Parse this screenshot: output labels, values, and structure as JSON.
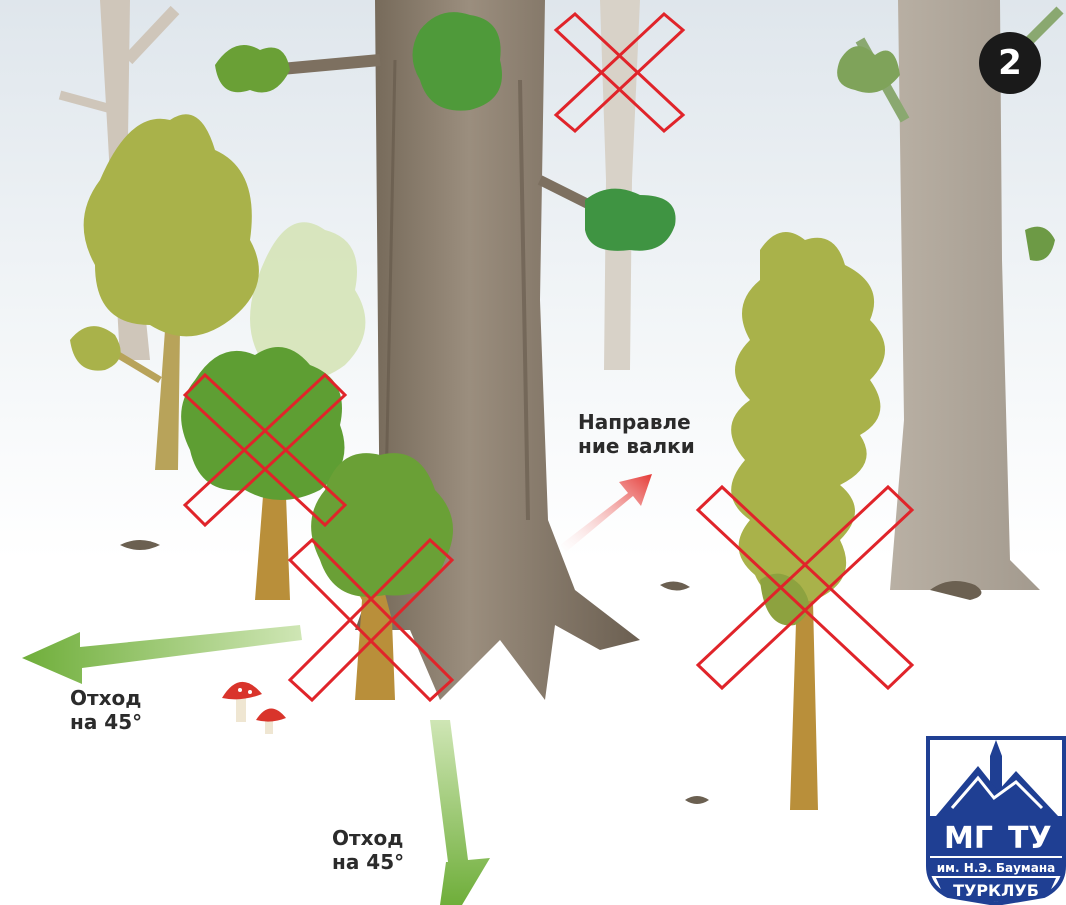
{
  "step_badge": "2",
  "direction_label": {
    "line1": "Направле",
    "line2": "ние валки"
  },
  "retreat_left": {
    "line1": "Отход",
    "line2": "на 45°"
  },
  "retreat_bottom": {
    "line1": "Отход",
    "line2": "на 45°"
  },
  "logo": {
    "left_letters": "МГ",
    "right_letters": "ТУ",
    "ribbon": "им. Н.Э. Баумана",
    "bottom": "ТУРКЛУБ"
  },
  "colors": {
    "trunk": "#8a7c6c",
    "foliage_green": "#6aa036",
    "foliage_olive": "#a9b24a",
    "cross_red": "#e0242a",
    "arrow_green": "#7cb342",
    "arrow_red": "#e53935",
    "logo_blue": "#1f3f93"
  },
  "icons": [
    "cross-mark-icon",
    "arrow-icon",
    "mushroom-icon",
    "rocket-icon"
  ]
}
